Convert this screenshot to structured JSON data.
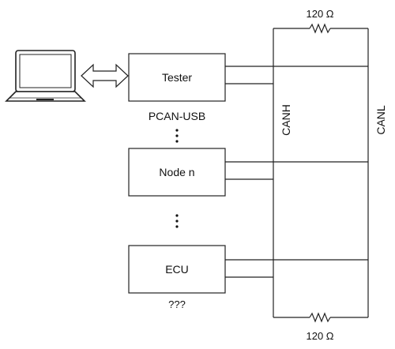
{
  "diagram": {
    "resistor_top_label": "120 Ω",
    "resistor_bottom_label": "120 Ω",
    "bus_labels": {
      "canh": "CANH",
      "canl": "CANL"
    },
    "nodes": [
      {
        "id": "tester",
        "label": "Tester",
        "caption": "PCAN-USB"
      },
      {
        "id": "node-n",
        "label": "Node n",
        "caption": ""
      },
      {
        "id": "ecu",
        "label": "ECU",
        "caption": "???"
      }
    ],
    "laptop_icon": "laptop-icon",
    "link_icon": "double-arrow-icon"
  }
}
